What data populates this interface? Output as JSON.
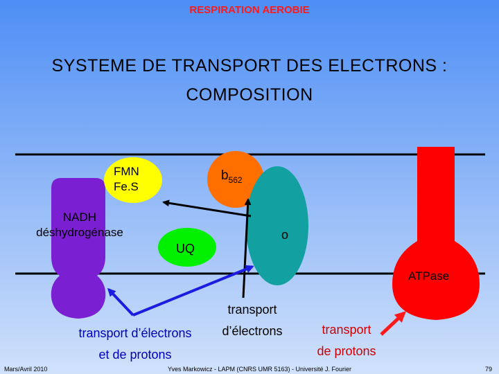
{
  "header": {
    "title": "RESPIRATION AEROBIE"
  },
  "slide": {
    "title_line1": "SYSTEME DE TRANSPORT DES ELECTRONS :",
    "title_line2": "COMPOSITION"
  },
  "labels": {
    "fmn_line1": "FMN",
    "fmn_line2": "Fe.S",
    "b_main": "b",
    "b_sub": "562",
    "nadh_line1": "NADH",
    "nadh_line2": "déshydrogénase",
    "uq": "UQ",
    "o": "o",
    "atpase": "ATPase",
    "transport_e_line1": "transport",
    "transport_e_line2": "d’électrons",
    "transport_ep_line1": "transport d’électrons",
    "transport_ep_line2": "et de protons",
    "transport_p_line1": "transport",
    "transport_p_line2": "de protons"
  },
  "footer": {
    "date": "Mars/Avril 2010",
    "credit": "Yves Markowicz - LAPM (CNRS UMR 5163) - Université J. Fourier",
    "page": "79"
  },
  "colors": {
    "purple": "#7a1fd1",
    "yellow": "#ffff00",
    "orange": "#ff6f00",
    "green": "#00f000",
    "teal": "#12a0a0",
    "red": "#ff0000",
    "blue_arrow": "#1c1ce0",
    "red_arrow": "#ff1a1a"
  }
}
